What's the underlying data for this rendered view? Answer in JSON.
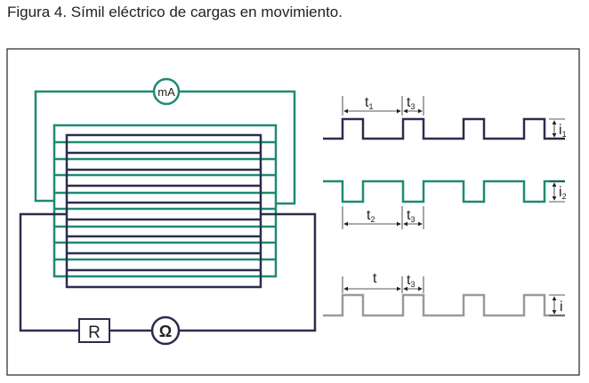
{
  "title": "Figura 4. Símil eléctrico de cargas en movimiento.",
  "colors": {
    "navy": "#2b2d4f",
    "teal": "#1f8a73",
    "gray": "#9a9a9a"
  },
  "circuit": {
    "ammeter": "mA",
    "resistor": "R",
    "ohmmeter": "Ω"
  },
  "waves": {
    "w1": {
      "period": "t",
      "period_sub": "1",
      "pulse": "t",
      "pulse_sub": "3",
      "amp": "i",
      "amp_sub": "1"
    },
    "w2": {
      "period": "t",
      "period_sub": "2",
      "pulse": "t",
      "pulse_sub": "3",
      "amp": "i",
      "amp_sub": "2"
    },
    "w3": {
      "period": "t",
      "pulse": "t",
      "pulse_sub": "3",
      "amp": "i"
    }
  }
}
